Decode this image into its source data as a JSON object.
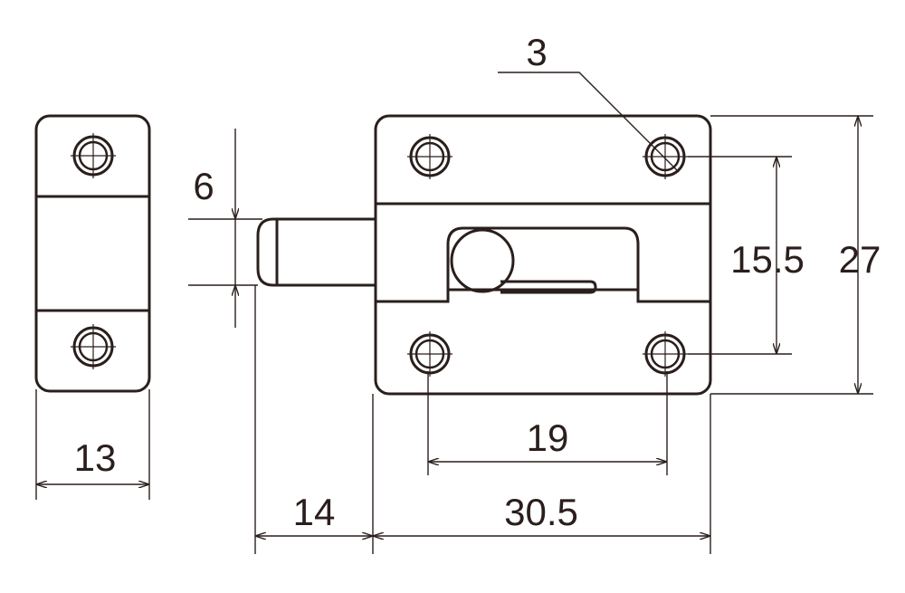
{
  "dimensions": {
    "strike_width": "13",
    "bolt_projection": "14",
    "plate_width": "30.5",
    "hole_spacing_horizontal": "19",
    "bolt_diameter": "6",
    "hole_spacing_vertical": "15.5",
    "plate_height": "27",
    "hole_diameter": "3"
  },
  "colors": {
    "line": "#2a1f1c",
    "background": "#ffffff"
  }
}
